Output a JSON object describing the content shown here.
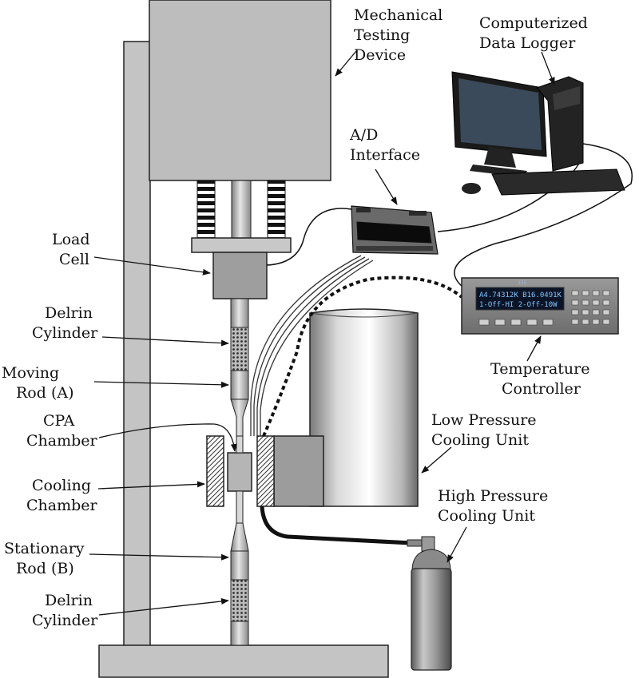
{
  "labels": {
    "mechanical_testing_device": [
      "Mechanical",
      "Testing",
      "Device"
    ],
    "computerized_data_logger": [
      "Computerized",
      "Data Logger"
    ],
    "ad_interface": [
      "A/D",
      "Interface"
    ],
    "load_cell": [
      "Load",
      "Cell"
    ],
    "delrin_cylinder_top": [
      "Delrin",
      "Cylinder"
    ],
    "moving_rod": [
      "Moving",
      "Rod (A)"
    ],
    "cpa_chamber": [
      "CPA",
      "Chamber"
    ],
    "cooling_chamber": [
      "Cooling",
      "Chamber"
    ],
    "stationary_rod": [
      "Stationary",
      "Rod (B)"
    ],
    "delrin_cylinder_bottom": [
      "Delrin",
      "Cylinder"
    ],
    "temperature_controller": [
      "Temperature",
      "Controller"
    ],
    "low_pressure_cooling_unit": [
      "Low Pressure",
      "Cooling Unit"
    ],
    "high_pressure_cooling_unit": [
      "High Pressure",
      "Cooling Unit"
    ]
  },
  "temperature_display": {
    "line1": "A4.74312K B16.0491K",
    "line2": "1-Off-HI   2-Off-10W",
    "model": "335"
  },
  "colors": {
    "device_gray": "#bdbdbd",
    "frame_gray": "#c4c4c4",
    "outline": "#222222",
    "lcd_background": "#0b1426",
    "lcd_text": "#7fc6ff"
  }
}
